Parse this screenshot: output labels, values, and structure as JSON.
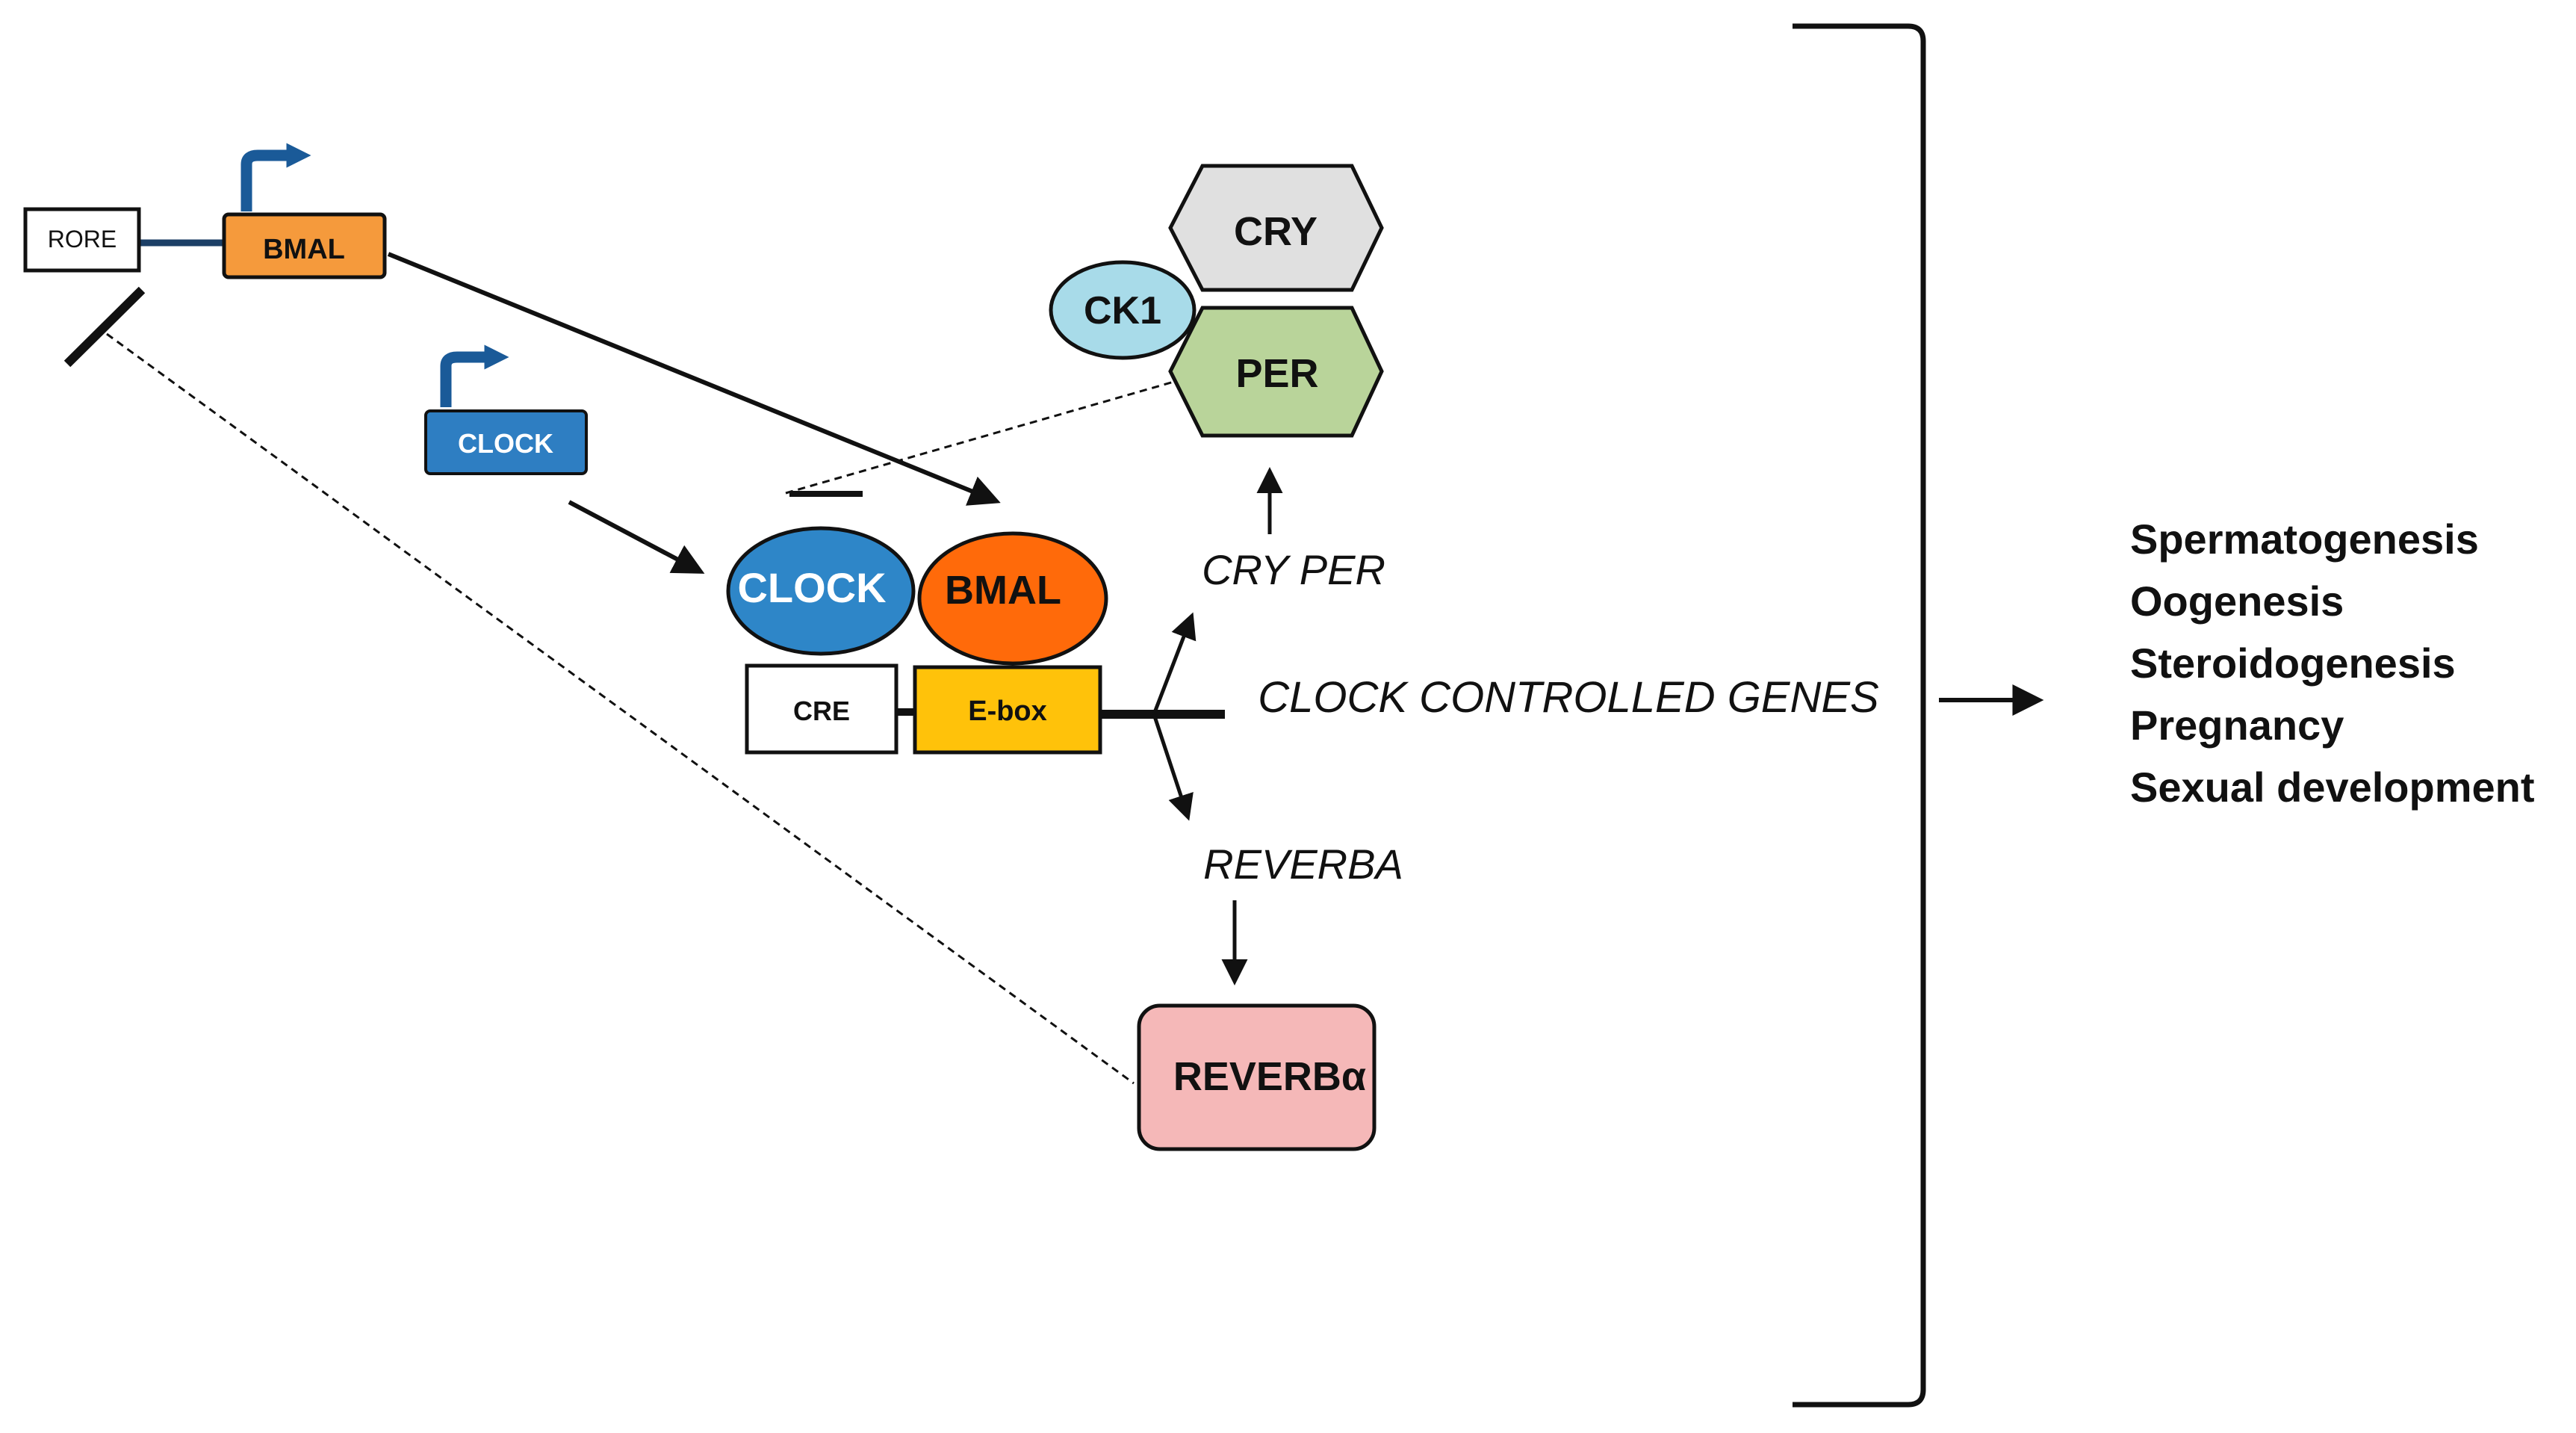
{
  "nodes": {
    "rore": "RORE",
    "bmal_gene": "BMAL",
    "clock_gene": "CLOCK",
    "cry_protein": "CRY",
    "ck1": "CK1",
    "per_protein": "PER",
    "clock_protein": "CLOCK",
    "bmal_protein": "BMAL",
    "cre": "CRE",
    "ebox": "E-box",
    "cry_per_genes": "CRY PER",
    "clock_controlled_genes": "CLOCK CONTROLLED GENES",
    "reverba_gene": "REVERBA",
    "reverba_protein": "REVERBα"
  },
  "outcomes": [
    "Spermatogenesis",
    "Oogenesis",
    "Steroidogenesis",
    "Pregnancy",
    "Sexual development"
  ],
  "colors": {
    "bmal_gene": "#f59a3c",
    "clock_gene": "#2e7ec2",
    "clock_protein": "#2e86c8",
    "bmal_protein": "#ff6a0a",
    "ebox": "#ffc20a",
    "cry": "#e0e0e0",
    "per": "#b9d49a",
    "ck1": "#a8dbe9",
    "reverba": "#f5b8b8",
    "promoter_arrow": "#1a5a98"
  },
  "icons": [
    "transcription-start-arrow",
    "inhibition-bar"
  ]
}
